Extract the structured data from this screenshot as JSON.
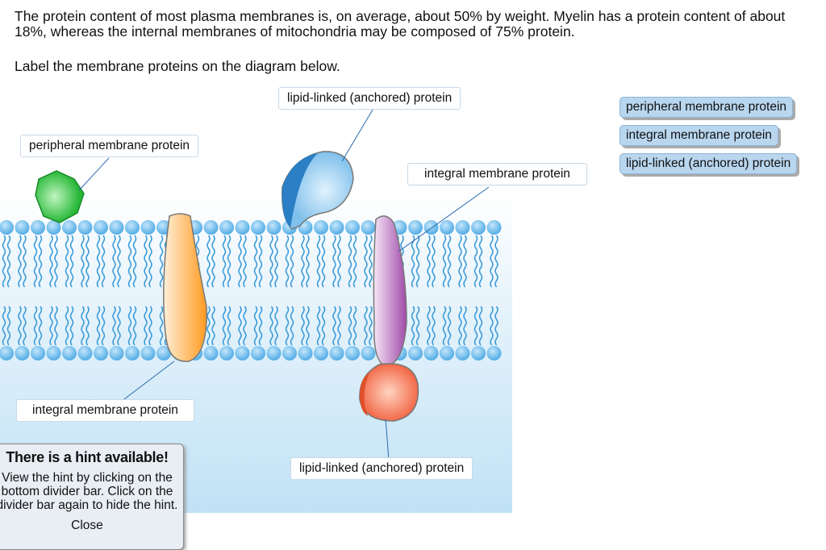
{
  "intro": "The protein content of most plasma membranes is, on average, about 50% by weight. Myelin has a protein content of about 18%, whereas the internal membranes of mitochondria may be composed of 75% protein.",
  "instruction": "Label the membrane proteins on the diagram below.",
  "placed_labels": [
    "lipid-linked (anchored) protein",
    "peripheral membrane protein",
    "integral membrane protein",
    "integral membrane protein",
    "lipid-linked (anchored) protein"
  ],
  "label_bank": [
    "peripheral membrane protein",
    "integral membrane protein",
    "lipid-linked (anchored) protein"
  ],
  "hint": {
    "title": "There is a hint available!",
    "body": "View the hint by clicking on the bottom divider bar. Click on the divider bar again to hide the hint.",
    "close": "Close"
  },
  "colors": {
    "head": "#5fb3e8",
    "tail": "#3a9ad8",
    "bank_bg": "#b9d6ef",
    "peripheral": "#3cc84a",
    "integral_orange": "#ffa83a",
    "integral_purple": "#b060b8",
    "anchored_blue": "#8cc6ee",
    "anchored_red": "#f0705a"
  }
}
